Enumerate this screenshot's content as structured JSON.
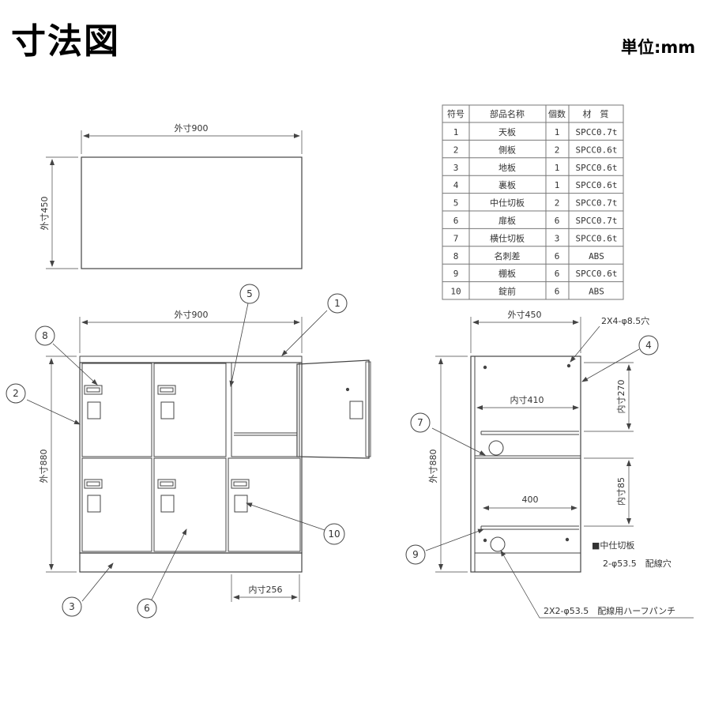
{
  "header": {
    "title": "寸法図",
    "unit": "単位:mm"
  },
  "parts_table": {
    "headers": [
      "符号",
      "部品名称",
      "個数",
      "材　質"
    ],
    "rows": [
      [
        "1",
        "天板",
        "1",
        "SPCC0.7t"
      ],
      [
        "2",
        "側板",
        "2",
        "SPCC0.6t"
      ],
      [
        "3",
        "地板",
        "1",
        "SPCC0.6t"
      ],
      [
        "4",
        "裏板",
        "1",
        "SPCC0.6t"
      ],
      [
        "5",
        "中仕切板",
        "2",
        "SPCC0.7t"
      ],
      [
        "6",
        "扉板",
        "6",
        "SPCC0.7t"
      ],
      [
        "7",
        "横仕切板",
        "3",
        "SPCC0.6t"
      ],
      [
        "8",
        "名刺差",
        "6",
        "ABS"
      ],
      [
        "9",
        "棚板",
        "6",
        "SPCC0.6t"
      ],
      [
        "10",
        "錠前",
        "6",
        "ABS"
      ]
    ]
  },
  "dimensions": {
    "top_width": "外寸900",
    "top_depth": "外寸450",
    "front_width": "外寸900",
    "front_height": "外寸880",
    "front_inner_width": "内寸256",
    "side_depth": "外寸450",
    "side_height": "外寸880",
    "side_inner_width": "内寸410",
    "side_inner_h1": "内寸270",
    "side_inner_h2": "内寸85",
    "side_shelf": "400"
  },
  "notes": {
    "holes_top": "2X4-φ8.5穴",
    "partition_label": "■中仕切板",
    "partition_holes": "2-φ53.5　配線穴",
    "half_punch": "2X2-φ53.5　配線用ハーフパンチ"
  },
  "callouts": {
    "c1": "1",
    "c2": "2",
    "c3": "3",
    "c4": "4",
    "c5": "5",
    "c6": "6",
    "c7": "7",
    "c8": "8",
    "c9": "9",
    "c10": "10"
  }
}
